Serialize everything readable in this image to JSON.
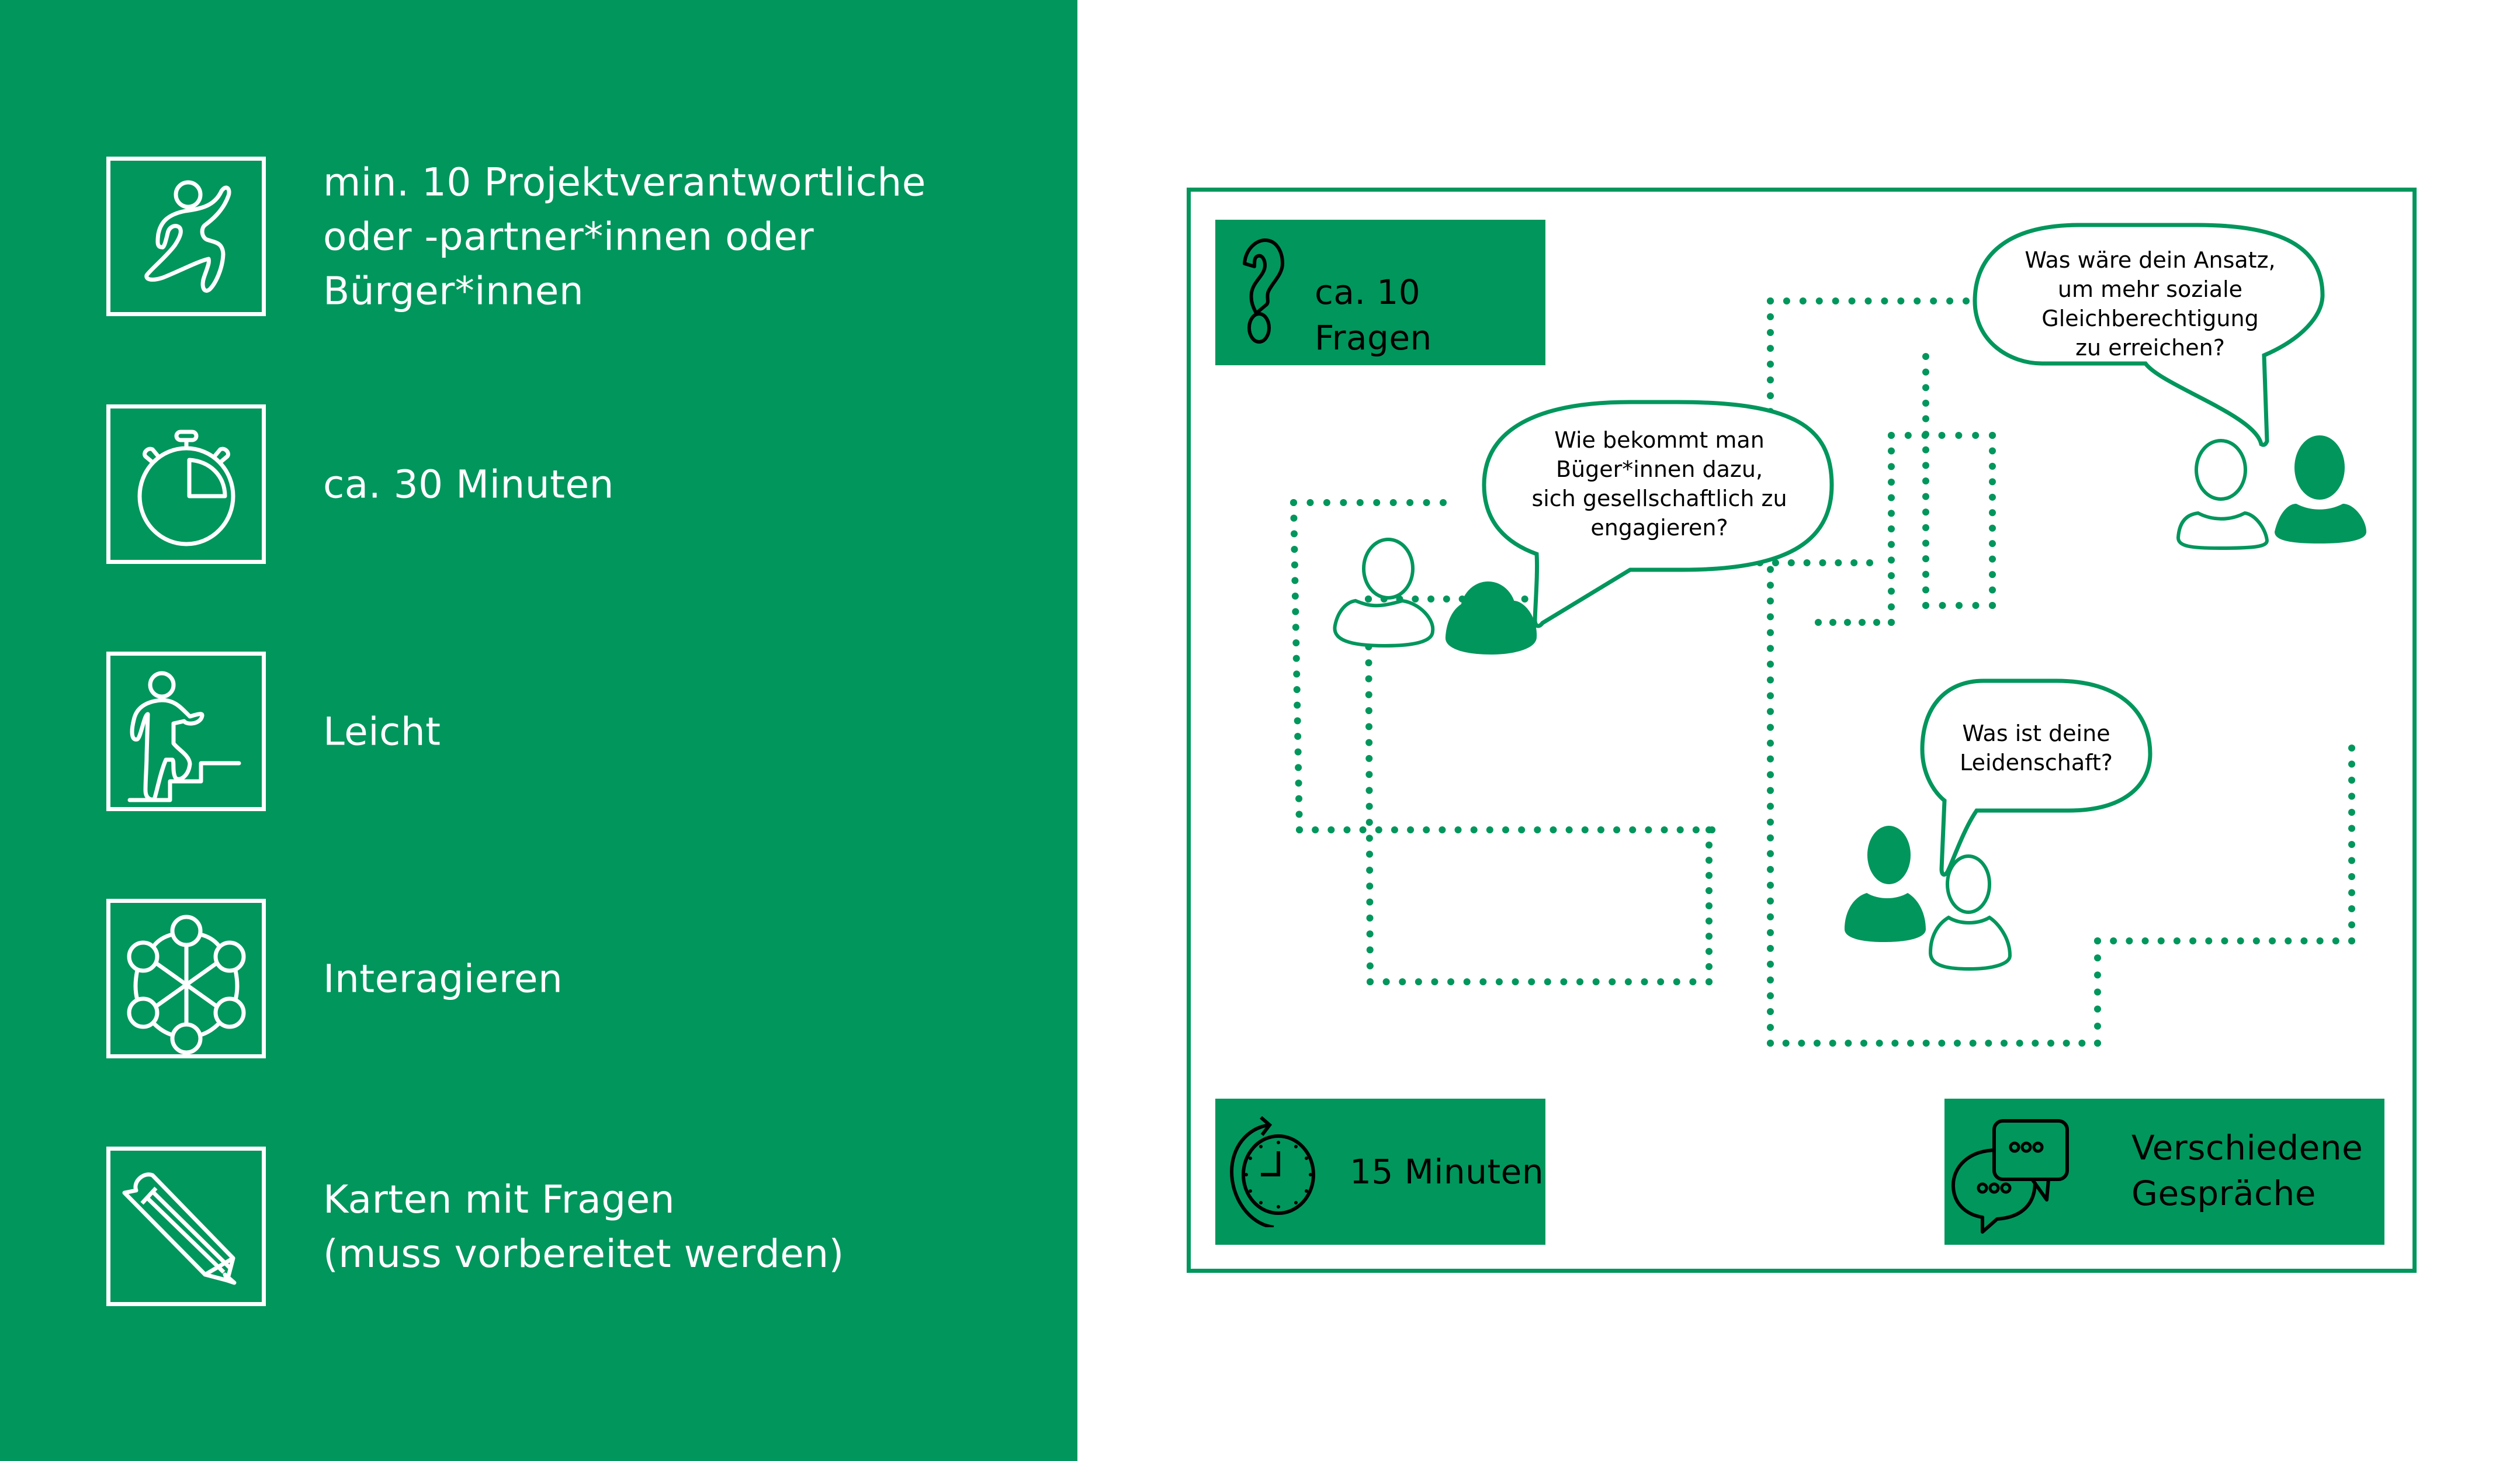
{
  "colors": {
    "brand_green": "#01965c",
    "panel_text": "#ffffff",
    "card_text": "#000000",
    "background": "#ffffff"
  },
  "requirements": [
    {
      "icon": "running-person-icon",
      "text": "min. 10 Projektverantwortliche\noder -partner*innen oder\nBürger*innen"
    },
    {
      "icon": "stopwatch-icon",
      "text": "ca. 30 Minuten"
    },
    {
      "icon": "person-climbing-stairs-icon",
      "text": "Leicht"
    },
    {
      "icon": "network-hexagon-icon",
      "text": "Interagieren"
    },
    {
      "icon": "pencil-icon",
      "text": "Karten mit Fragen\n(muss vorbereitet werden)"
    }
  ],
  "diagram": {
    "cards": {
      "questions": {
        "icon": "question-mark-icon",
        "label": "ca. 10 Fragen"
      },
      "duration": {
        "icon": "clock-rotate-icon",
        "label": "15 Minuten"
      },
      "conversations": {
        "icon": "chat-bubbles-icon",
        "label": "Verschiedene\nGespräche"
      }
    },
    "speech_bubbles": [
      {
        "text": "Wie bekommt man\nBüger*innen dazu,\nsich gesellschaftlich zu\nengagieren?"
      },
      {
        "text": "Was wäre dein Ansatz,\num mehr soziale\nGleichberechtigung\nzu erreichen?"
      },
      {
        "text": "Was ist deine\nLeidenschaft?"
      }
    ]
  }
}
